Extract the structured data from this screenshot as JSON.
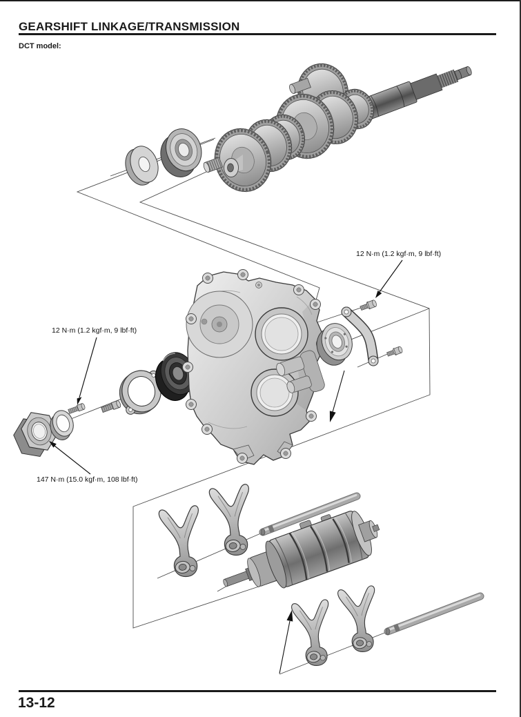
{
  "header": {
    "title": "GEARSHIFT LINKAGE/TRANSMISSION",
    "model_label": "DCT model:"
  },
  "footer": {
    "page_number": "13-12"
  },
  "callouts": {
    "upper_right": {
      "text": "12 N·m (1.2 kgf·m, 9 lbf·ft)"
    },
    "left": {
      "text": "12 N·m (1.2 kgf·m, 9 lbf·ft)"
    },
    "locknut": {
      "text": "147 N·m (15.0 kgf·m, 108 lbf·ft)"
    }
  },
  "figure": {
    "description": "Exploded view of the DCT model gearshift linkage and transmission: mainshaft and countershaft gear cluster with thrust washer and ball bearing, crankcase cover with bearings, bearing set plates and bolts, lock nut and washer, shift drum, shift fork shafts and four shift forks",
    "parts": [
      "gear-cluster-and-mainshaft",
      "thrust-washer",
      "ball-bearing",
      "lock-nut",
      "washer",
      "set-plate-bolt-a",
      "set-plate-bolt-b",
      "oval-bearing-set-plate",
      "dark-ball-bearing",
      "crankcase-cover",
      "cover-bearing",
      "curved-bearing-set-plate",
      "flange-bolt-upper",
      "flange-bolt-lower",
      "shift-drum",
      "shift-fork-shaft-upper",
      "shift-fork-shaft-lower",
      "shift-fork-1",
      "shift-fork-2",
      "shift-fork-3",
      "shift-fork-4"
    ],
    "colors": {
      "paper": "#ffffff",
      "ink": "#1a1a1a",
      "metal_light": "#d6d6d6",
      "metal_mid": "#a8a8a8",
      "metal_dark": "#4a4a4a",
      "bearing_dark": "#2e2e2e"
    }
  }
}
